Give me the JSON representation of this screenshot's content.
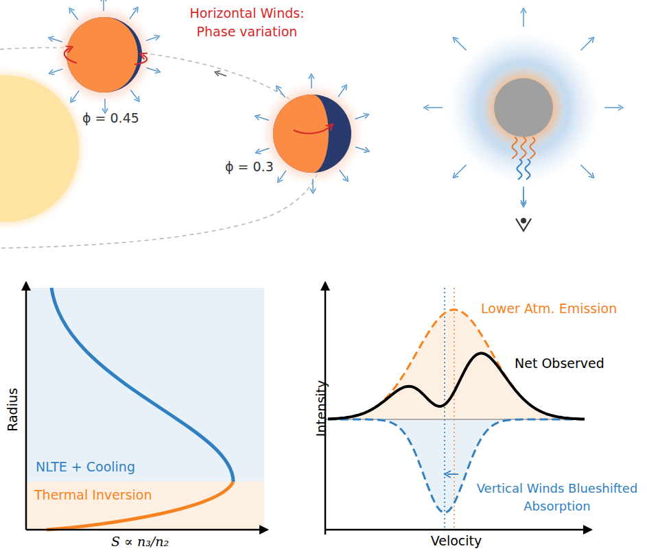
{
  "diagram": {
    "nodes": [
      {
        "text": [
          "NLTE + Cooling"
        ]
      },
      {
        "text": [
          "Thermal Inversion"
        ]
      }
    ],
    "labels": [
      "Horizontal Winds: Phase variation",
      "ϕ = 0.45",
      "ϕ = 0.3",
      "Radius",
      "S ∝ n₃/n₂",
      "Intensity",
      "Velocity",
      "Lower Atm. Emission",
      "Net Observed",
      "Vertical Winds Blueshifted Absorption"
    ]
  }
}
